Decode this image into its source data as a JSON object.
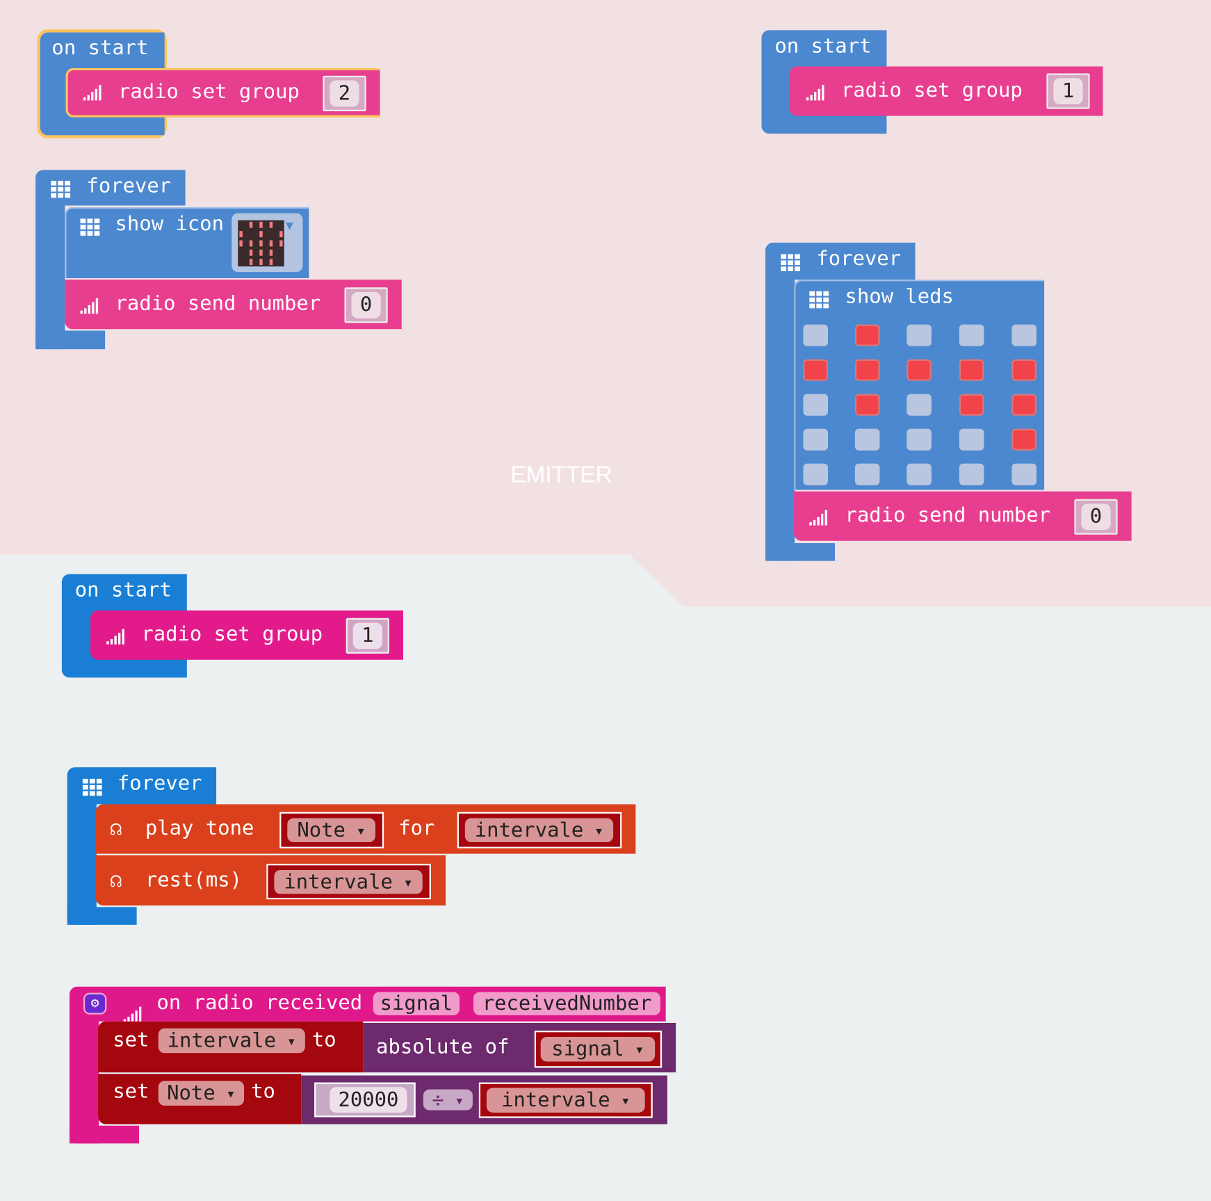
{
  "workspace": {
    "section_label": "EMITTER",
    "colors": {
      "top_bg": "#f2e1e3",
      "bottom_bg": "#ecf0f1",
      "event_blue_top": "#4c88cf",
      "event_blue_bottom": "#1a7fd4",
      "radio_pink_top": "#e83e8f",
      "radio_pink_bottom": "#e31a8a",
      "music_orange": "#d9401b",
      "variables_red": "#a5070f",
      "math_purple": "#6d2a6d",
      "selection": "#fcc35e"
    }
  },
  "blocks": {
    "on_start_1": {
      "label": "on start",
      "child": {
        "label": "radio set group",
        "value": "2"
      }
    },
    "forever_1": {
      "label": "forever",
      "show_icon": {
        "label": "show icon",
        "icon": "icon-grid-5x5"
      },
      "send": {
        "label": "radio send number",
        "value": "0"
      }
    },
    "on_start_2": {
      "label": "on start",
      "child": {
        "label": "radio set group",
        "value": "1"
      }
    },
    "forever_2": {
      "label": "forever",
      "show_leds": {
        "label": "show leds",
        "leds": [
          [
            0,
            1,
            0,
            0,
            0
          ],
          [
            1,
            1,
            1,
            1,
            1
          ],
          [
            0,
            1,
            0,
            1,
            1
          ],
          [
            0,
            0,
            0,
            0,
            1
          ],
          [
            0,
            0,
            0,
            0,
            0
          ]
        ]
      },
      "send": {
        "label": "radio send number",
        "value": "0"
      }
    },
    "on_start_3": {
      "label": "on start",
      "child": {
        "label": "radio set group",
        "value": "1"
      }
    },
    "forever_3": {
      "label": "forever",
      "play_tone": {
        "label": "play tone",
        "note": "Note",
        "for_label": "for",
        "duration": "intervale"
      },
      "rest": {
        "label": "rest(ms)",
        "duration": "intervale"
      }
    },
    "on_radio": {
      "label": "on radio received",
      "param1": "signal",
      "param2": "receivedNumber",
      "set1": {
        "set_label": "set",
        "variable": "intervale",
        "to_label": "to",
        "func": "absolute of",
        "arg": "signal"
      },
      "set2": {
        "set_label": "set",
        "variable": "Note",
        "to_label": "to",
        "num": "20000",
        "op": "÷",
        "arg": "intervale"
      }
    }
  }
}
